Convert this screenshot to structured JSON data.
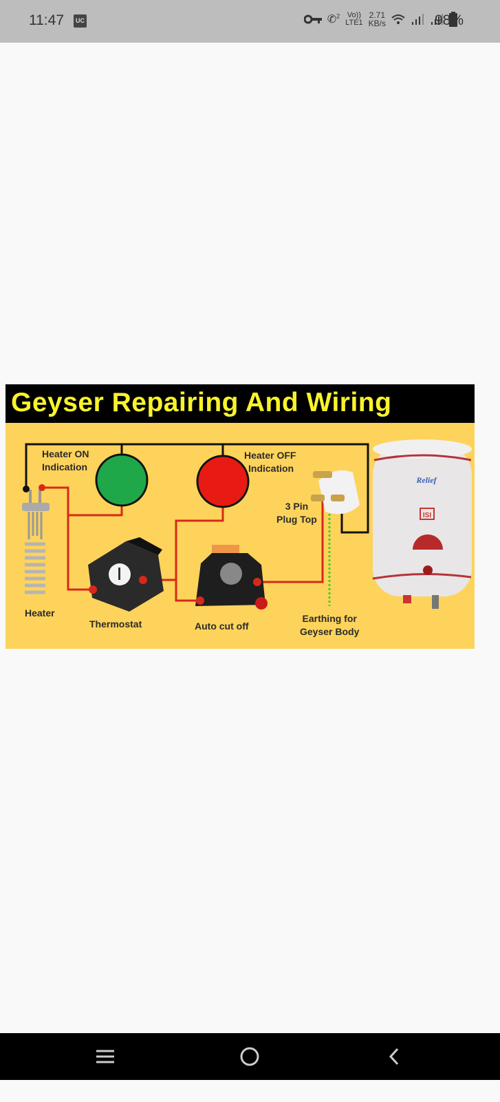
{
  "status_bar": {
    "time": "11:47",
    "app_badge": "UC",
    "volte": "Vo))",
    "lte": "LTE1",
    "call_sim": "2",
    "speed_value": "2.71",
    "speed_unit": "KB/s",
    "battery": "98%",
    "icons": [
      "vpn-key-icon",
      "call-icon",
      "wifi-icon",
      "signal-icon",
      "signal-icon",
      "battery-icon"
    ]
  },
  "image": {
    "title": "Geyser Repairing And Wiring",
    "labels": {
      "heater_on_1": "Heater ON",
      "heater_on_2": "Indication",
      "heater_off_1": "Heater OFF",
      "heater_off_2": "Indication",
      "plug_1": "3 Pin",
      "plug_2": "Plug Top",
      "heater": "Heater",
      "thermostat": "Thermostat",
      "auto_cut": "Auto cut off",
      "earth_1": "Earthing for",
      "earth_2": "Geyser Body",
      "brand": "Relief",
      "isi": "ISI"
    },
    "colors": {
      "background": "#fdd35b",
      "title": "#f8f32b",
      "live": "#d8281a",
      "neutral": "#111111",
      "earth": "#3fd12a",
      "on_lamp": "#1ea84a",
      "off_lamp": "#e81b14"
    }
  },
  "nav_bar": {
    "buttons": [
      "menu",
      "home",
      "back"
    ]
  }
}
